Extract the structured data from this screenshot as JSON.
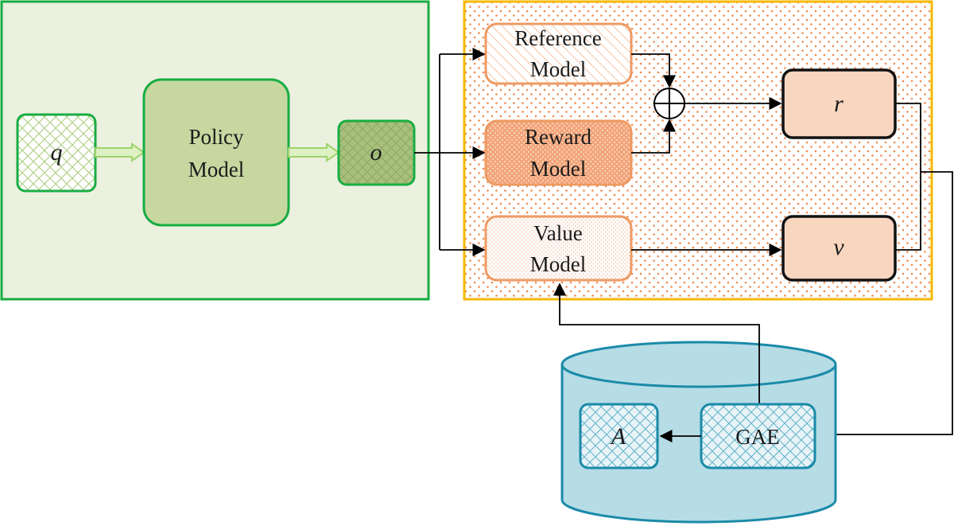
{
  "policy_group": {
    "q_label": "q",
    "policy_model_label": [
      "Policy",
      "Model"
    ],
    "o_label": "o"
  },
  "reward_group": {
    "reference_model_label": [
      "Reference",
      "Model"
    ],
    "reward_model_label": [
      "Reward",
      "Model"
    ],
    "value_model_label": [
      "Value",
      "Model"
    ],
    "sum_symbol": "⊕",
    "r_label": "r",
    "v_label": "v"
  },
  "store": {
    "gae_label": "GAE",
    "a_label": "A"
  },
  "colors": {
    "policy_bg": "#ecf0df",
    "policy_border": "#18ad42",
    "policy_model_fill": "#c7d7a0",
    "o_fill": "#a9c07d",
    "reward_border": "#f5b800",
    "dot_color": "#ef8a50",
    "model_border": "#ee9a63",
    "reward_model_fill": "#f3a57a",
    "rv_fill": "#f9d6bf",
    "cylinder_fill": "#b6dce6",
    "cylinder_border": "#1a8aa8",
    "inner_box_fill": "#e8f3f7",
    "hatch_color": "#5fb4c9",
    "open_arrow": "#9ed36b"
  }
}
